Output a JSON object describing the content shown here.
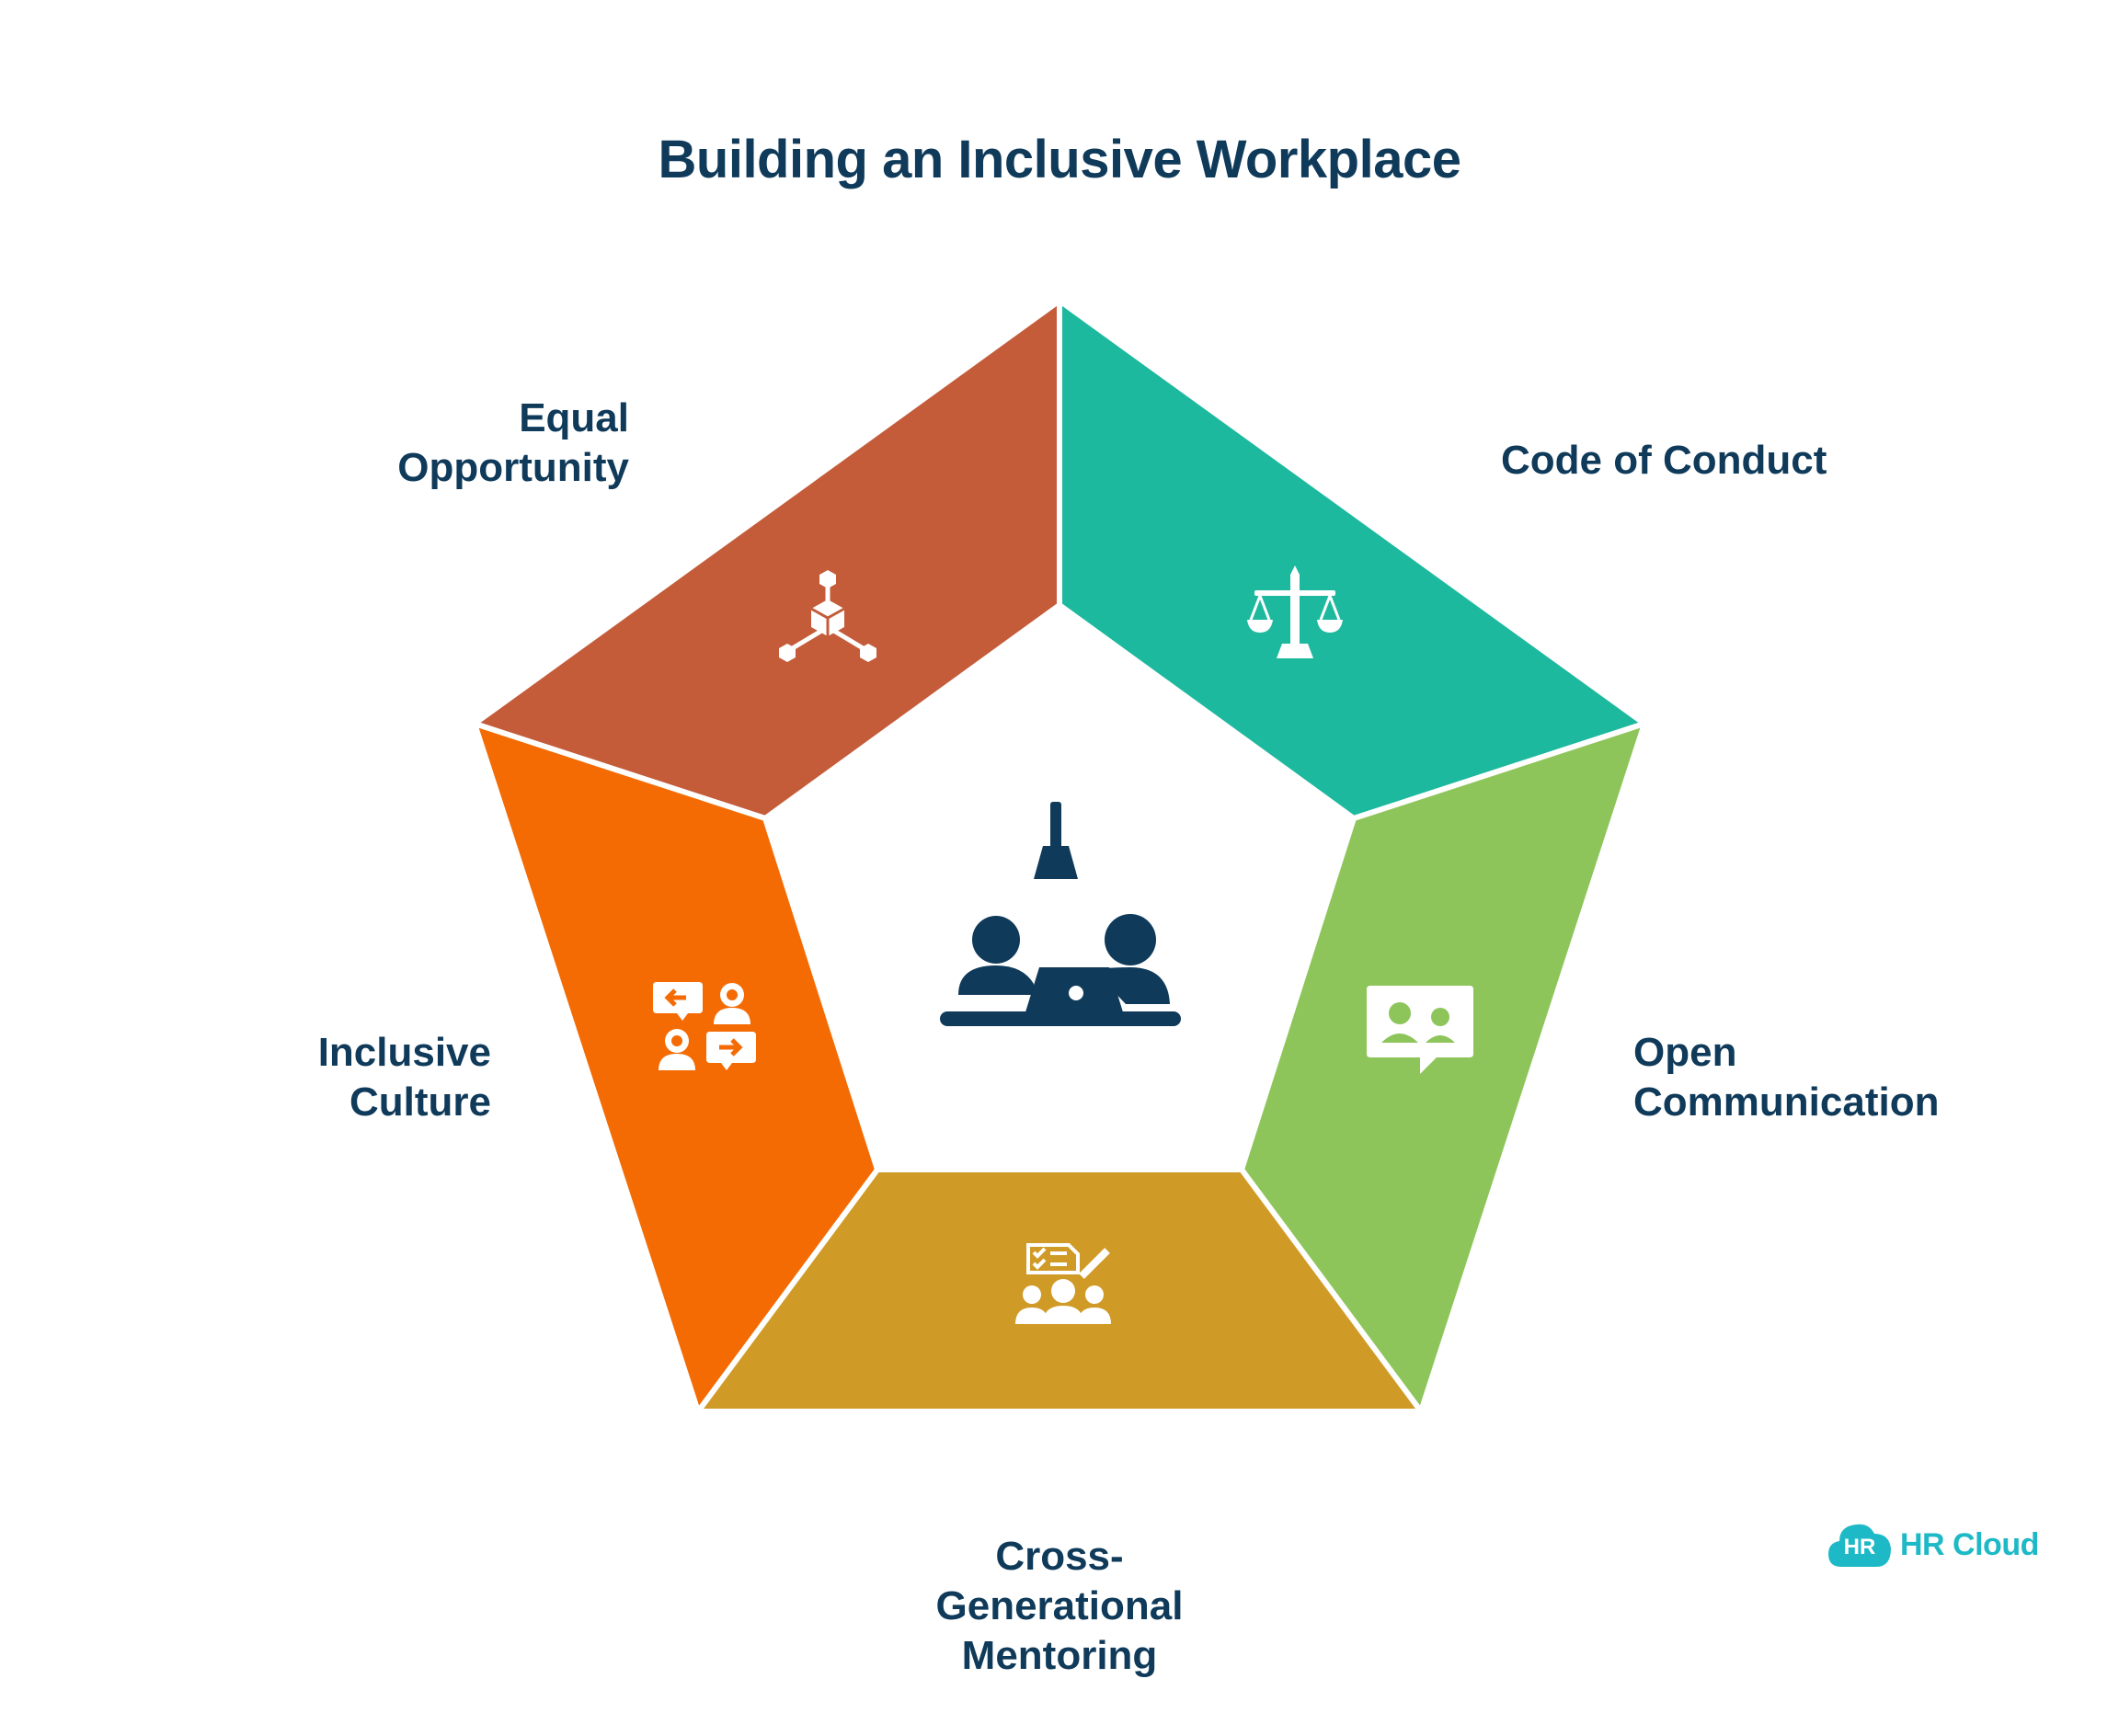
{
  "title": "Building an Inclusive Workplace",
  "segments": [
    {
      "id": "equal-opportunity",
      "lines": [
        "Equal",
        "Opportunity"
      ],
      "color": "#c45c3a",
      "icon": "network-cube-icon"
    },
    {
      "id": "code-of-conduct",
      "lines": [
        "Code of Conduct"
      ],
      "color": "#1db99f",
      "icon": "scales-of-justice-icon"
    },
    {
      "id": "open-communication",
      "lines": [
        "Open",
        "Communication"
      ],
      "color": "#8ec55b",
      "icon": "video-chat-icon"
    },
    {
      "id": "cross-generational-mentoring",
      "lines": [
        "Cross-",
        "Generational",
        "Mentoring"
      ],
      "color": "#d09a27",
      "icon": "group-checklist-icon"
    },
    {
      "id": "inclusive-culture",
      "lines": [
        "Inclusive",
        "Culture"
      ],
      "color": "#f46b04",
      "icon": "people-exchange-icon"
    }
  ],
  "center_icon": "meeting-with-laptop-icon",
  "text_color": "#0f3a5a",
  "logo": {
    "badge": "HR",
    "text": "HR Cloud",
    "color": "#1eb9c6"
  }
}
